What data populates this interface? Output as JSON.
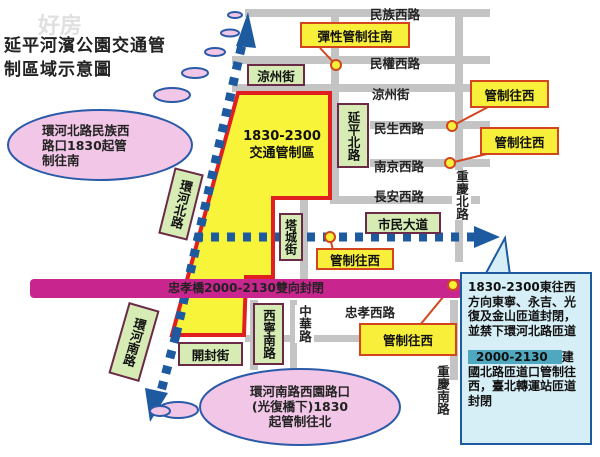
{
  "watermark": "好房",
  "title": {
    "line1": "延平河濱公園交通管",
    "line2": "制區域示意圖"
  },
  "roads": {
    "minzu": "民族西路",
    "minquan": "民權西路",
    "liangzhou": "涼州街",
    "minsheng": "民生西路",
    "nanjing": "南京西路",
    "changan": "長安西路",
    "chongqing_north": "重慶北路",
    "zhongxiao": "忠孝西路",
    "chongqing_south": "重慶南路",
    "zhonghua": "中華路"
  },
  "road_boxes": {
    "liangzhou": "涼州街",
    "yanping_north": "延平北路",
    "huanhe_north": "環河北路",
    "tacheng": "塔城街",
    "civic_blvd": "市民大道",
    "xining_south": "西寧南路",
    "kaifeng": "開封街",
    "huanhe_south": "環河南路"
  },
  "control_zone": {
    "line1": "1830-2300",
    "line2": "交通管制區"
  },
  "callouts": {
    "flex_south": "彈性管制往南",
    "minsheng_west": "管制往西",
    "nanjing_west": "管制往西",
    "civic_west": "管制往西",
    "zhongxiao_west": "管制往西"
  },
  "bridge_bar": "忠孝橋2000-2130雙向封閉",
  "clouds": {
    "north": {
      "line1": "環河北路民族西",
      "line2": "路口1830起管",
      "line3": "制往南"
    },
    "south": {
      "line1": "環河南路西園路口",
      "line2": "(光復橋下)1830",
      "line3": "起管制往北"
    }
  },
  "info_box": {
    "para1": "1830-2300東往西方向東寧、永吉、光復及金山匝道封閉，並禁下環河北路匝道",
    "para2_time": "2000-2130",
    "para2_rest": "建國北路匝道口管制往西，臺北轉運站匝道封閉"
  },
  "colors": {
    "zone": "#f7f43a",
    "zone_border": "#e02020",
    "route": "#1d5aa0",
    "road": "#bdbdbd",
    "bridge": "#c8258f",
    "cloud": "#f1c6e6"
  }
}
